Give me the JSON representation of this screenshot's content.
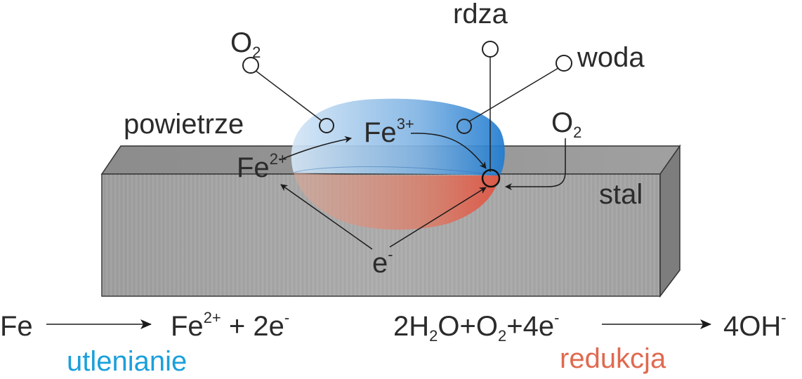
{
  "labels": {
    "o2_top": {
      "base": "O",
      "sub": "2"
    },
    "rdza": "rdza",
    "woda": "woda",
    "powietrze": "powietrze",
    "fe3": {
      "base": "Fe",
      "sup": "3+"
    },
    "fe2": {
      "base": "Fe",
      "sup": "2+"
    },
    "o2_right": {
      "base": "O",
      "sub": "2"
    },
    "stal": "stal",
    "electron": {
      "base": "e",
      "sup": "-"
    }
  },
  "equations": {
    "oxidation": {
      "left": "Fe",
      "right_base": "Fe",
      "right_sup": "2+",
      "right_rest": " + 2e",
      "right_sup2": "-",
      "label": "utlenianie"
    },
    "reduction": {
      "p1": "2H",
      "s1": "2",
      "p2": "O+O",
      "s2": "2",
      "p3": "+4e",
      "sup": "-",
      "right": "4OH",
      "right_sup": "-",
      "label": "redukcja"
    }
  },
  "colors": {
    "oxidation": "#1aa0dc",
    "reduction": "#e06a50",
    "water": "#3a8fd8",
    "steel": "#9a9a9a"
  }
}
